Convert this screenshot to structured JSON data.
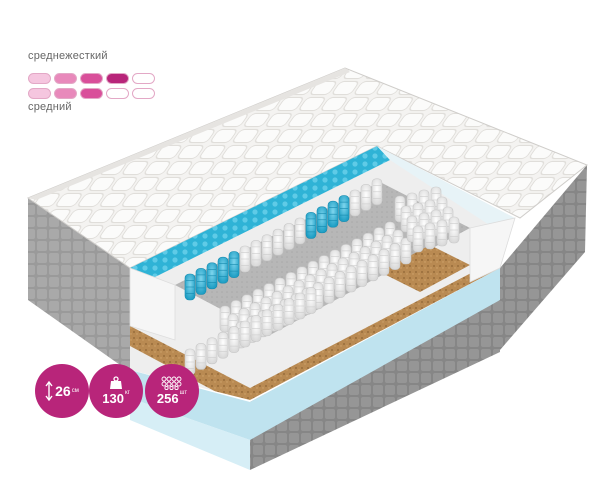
{
  "firmness": {
    "top_label": "среднежесткий",
    "bottom_label": "средний",
    "top_scale": [
      "#f5c6df",
      "#e889bb",
      "#d94f9a",
      "#b8257a",
      "#ffffff"
    ],
    "bottom_scale": [
      "#f5c6df",
      "#e889bb",
      "#d94f9a",
      "#ffffff",
      "#ffffff"
    ]
  },
  "badges": {
    "height": {
      "value": "26",
      "unit": "см"
    },
    "load": {
      "value": "130",
      "unit": "кг"
    },
    "springs": {
      "value": "256",
      "unit": "шт"
    }
  },
  "colors": {
    "accent": "#b8257a",
    "foam_blue": "#2fb3d6",
    "coir": "#b98a52",
    "fabric": "#f4f3f1",
    "side": "#8f8f8f"
  }
}
